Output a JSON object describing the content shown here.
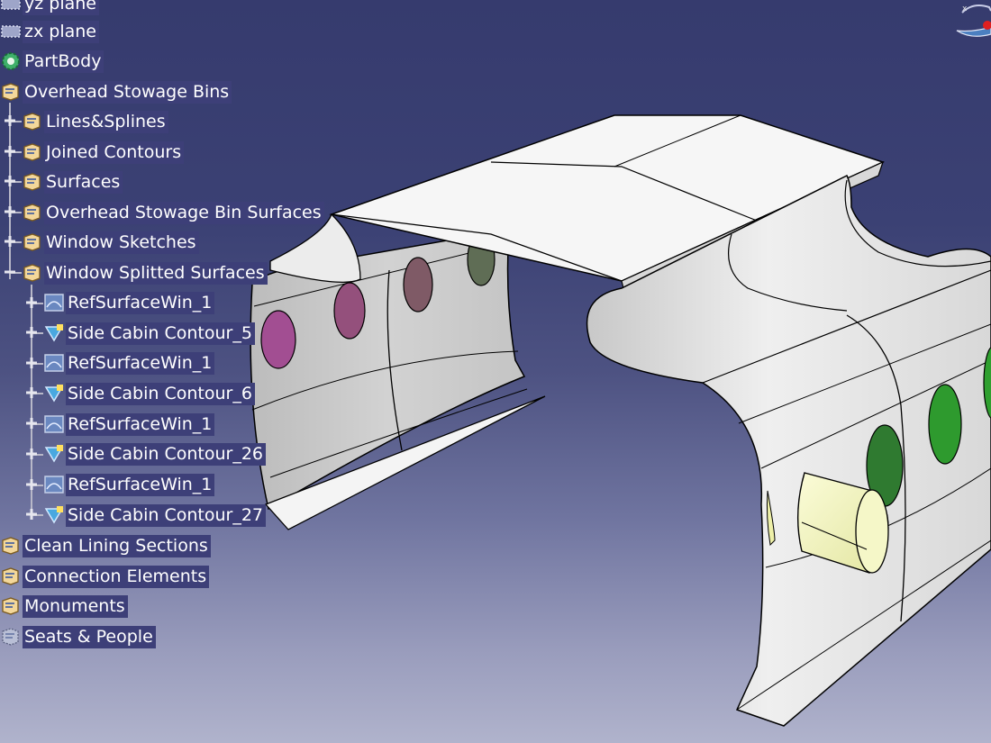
{
  "tree": {
    "nodes": [
      {
        "label": "yz plane",
        "icon": "plane-icon",
        "expander": "none"
      },
      {
        "label": "zx plane",
        "icon": "plane-icon",
        "expander": "none"
      },
      {
        "label": "PartBody",
        "icon": "partbody-gear-icon",
        "expander": "none"
      },
      {
        "label": "Overhead Stowage Bins",
        "icon": "geometrical-set-icon",
        "expander": "none"
      },
      {
        "label": "Lines&Splines",
        "icon": "geometrical-set-icon",
        "expander": "plus"
      },
      {
        "label": "Joined Contours",
        "icon": "geometrical-set-icon",
        "expander": "plus"
      },
      {
        "label": "Surfaces",
        "icon": "geometrical-set-icon",
        "expander": "plus"
      },
      {
        "label": "Overhead Stowage Bin Surfaces",
        "icon": "geometrical-set-icon",
        "expander": "plus"
      },
      {
        "label": "Window Sketches",
        "icon": "geometrical-set-icon",
        "expander": "plus"
      },
      {
        "label": "Window Splitted Surfaces",
        "icon": "geometrical-set-icon",
        "expander": "minus"
      },
      {
        "label": "RefSurfaceWin_1",
        "icon": "surface-icon",
        "expander": "plus"
      },
      {
        "label": "Side Cabin Contour_5",
        "icon": "split-surface-icon",
        "expander": "plus"
      },
      {
        "label": "RefSurfaceWin_1",
        "icon": "surface-icon",
        "expander": "plus"
      },
      {
        "label": "Side Cabin Contour_6",
        "icon": "split-surface-icon",
        "expander": "plus"
      },
      {
        "label": "RefSurfaceWin_1",
        "icon": "surface-icon",
        "expander": "plus"
      },
      {
        "label": "Side Cabin Contour_26",
        "icon": "split-surface-icon",
        "expander": "plus"
      },
      {
        "label": "RefSurfaceWin_1",
        "icon": "surface-icon",
        "expander": "plus"
      },
      {
        "label": "Side Cabin Contour_27",
        "icon": "split-surface-icon",
        "expander": "plus"
      },
      {
        "label": "Clean Lining Sections",
        "icon": "geometrical-set-icon",
        "expander": "none"
      },
      {
        "label": "Connection Elements",
        "icon": "geometrical-set-icon",
        "expander": "none"
      },
      {
        "label": "Monuments",
        "icon": "geometrical-set-icon",
        "expander": "none"
      },
      {
        "label": "Seats & People",
        "icon": "hidden-geometrical-set-icon",
        "expander": "none"
      }
    ]
  },
  "colors": {
    "label_bg": "#3d3f78",
    "window_magenta": "#a0508a",
    "window_green": "#2e9a2e",
    "cylinder_yellow": "#f0f2b8",
    "surface_white": "#f2f2f2"
  }
}
